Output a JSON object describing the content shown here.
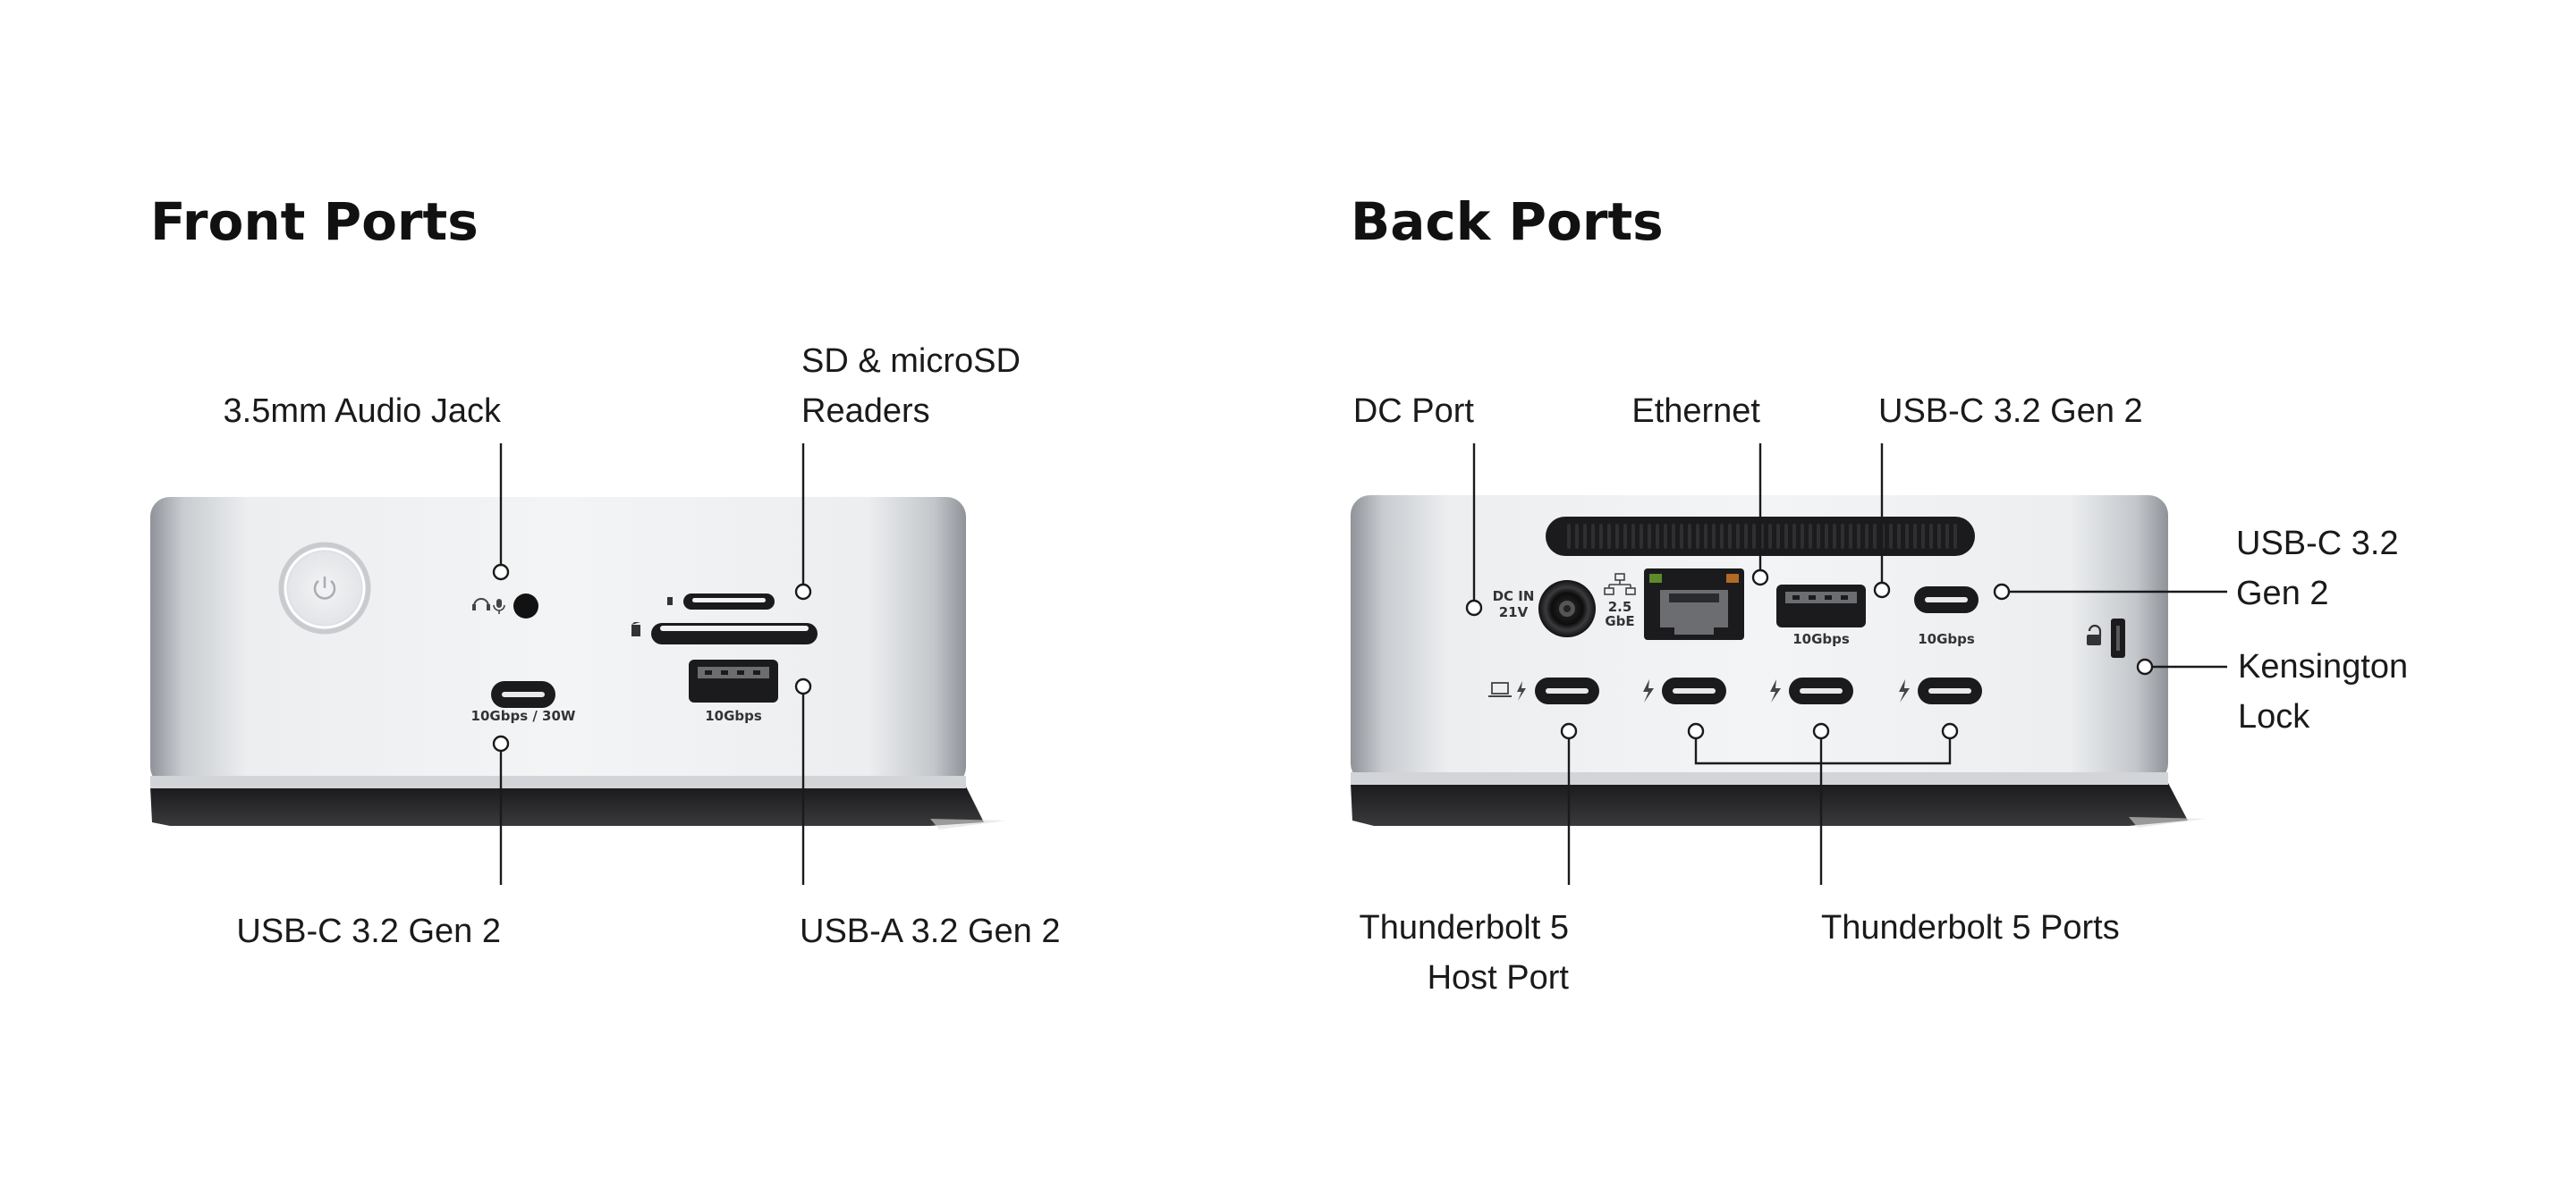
{
  "front": {
    "title": "Front Ports",
    "callouts": {
      "audio_jack": "3.5mm Audio Jack",
      "sd_line1": "SD & microSD",
      "sd_line2": "Readers",
      "usbc": "USB-C 3.2 Gen 2",
      "usba": "USB-A 3.2 Gen 2"
    },
    "port_labels": {
      "usbc": "10Gbps / 30W",
      "usba": "10Gbps"
    }
  },
  "back": {
    "title": "Back Ports",
    "callouts": {
      "dc_port": "DC Port",
      "ethernet": "Ethernet",
      "usbc_top": "USB-C 3.2 Gen 2",
      "usbc_side_line1": "USB-C 3.2",
      "usbc_side_line2": "Gen 2",
      "kensington_line1": "Kensington",
      "kensington_line2": "Lock",
      "tb_host_line1": "Thunderbolt 5",
      "tb_host_line2": "Host Port",
      "tb_ports": "Thunderbolt 5 Ports"
    },
    "port_labels": {
      "dc_line1": "DC IN",
      "dc_line2": "21V",
      "eth_line1": "2.5",
      "eth_line2": "GbE",
      "usba": "10Gbps",
      "usbc": "10Gbps"
    }
  },
  "colors": {
    "text": "#1a1a1a",
    "chassis_light": "#eeeff1",
    "chassis_dark": "#9ea2a8",
    "base": "#2a2a2c",
    "port_black": "#1b1b1d"
  },
  "icons": [
    "power-icon",
    "headphone-icon",
    "microphone-icon",
    "sd-card-icon",
    "laptop-icon",
    "thunderbolt-icon",
    "network-icon",
    "lock-icon"
  ]
}
